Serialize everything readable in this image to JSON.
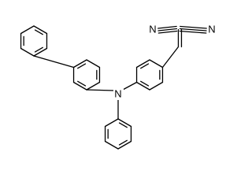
{
  "molecule": {
    "atom_labels": {
      "nitrogen": "N",
      "nitrile_n_left": "N",
      "nitrile_n_right": "N"
    }
  }
}
